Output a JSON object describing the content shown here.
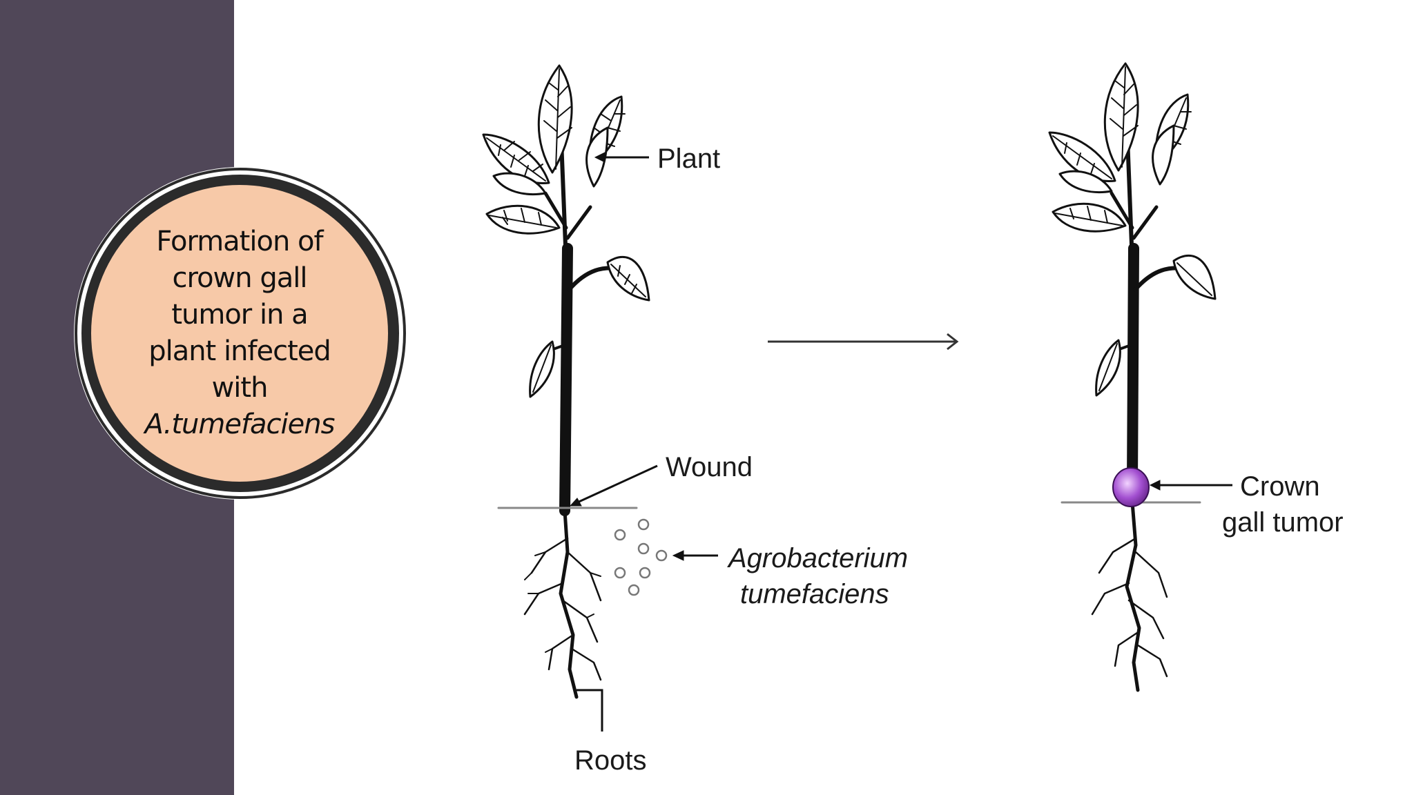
{
  "title": {
    "line1": "Formation of",
    "line2": "crown gall",
    "line3": "tumor in a",
    "line4": "plant infected",
    "line5": "with",
    "line6": "A.tumefaciens"
  },
  "labels": {
    "plant": "Plant",
    "wound": "Wound",
    "bacterium_line1": "Agrobacterium",
    "bacterium_line2": "tumefaciens",
    "roots": "Roots",
    "tumor_line1": "Crown",
    "tumor_line2": "gall tumor"
  },
  "colors": {
    "sidebar": "#504758",
    "circle_fill": "#f7c9a8",
    "tumor": "#a24fd0"
  }
}
